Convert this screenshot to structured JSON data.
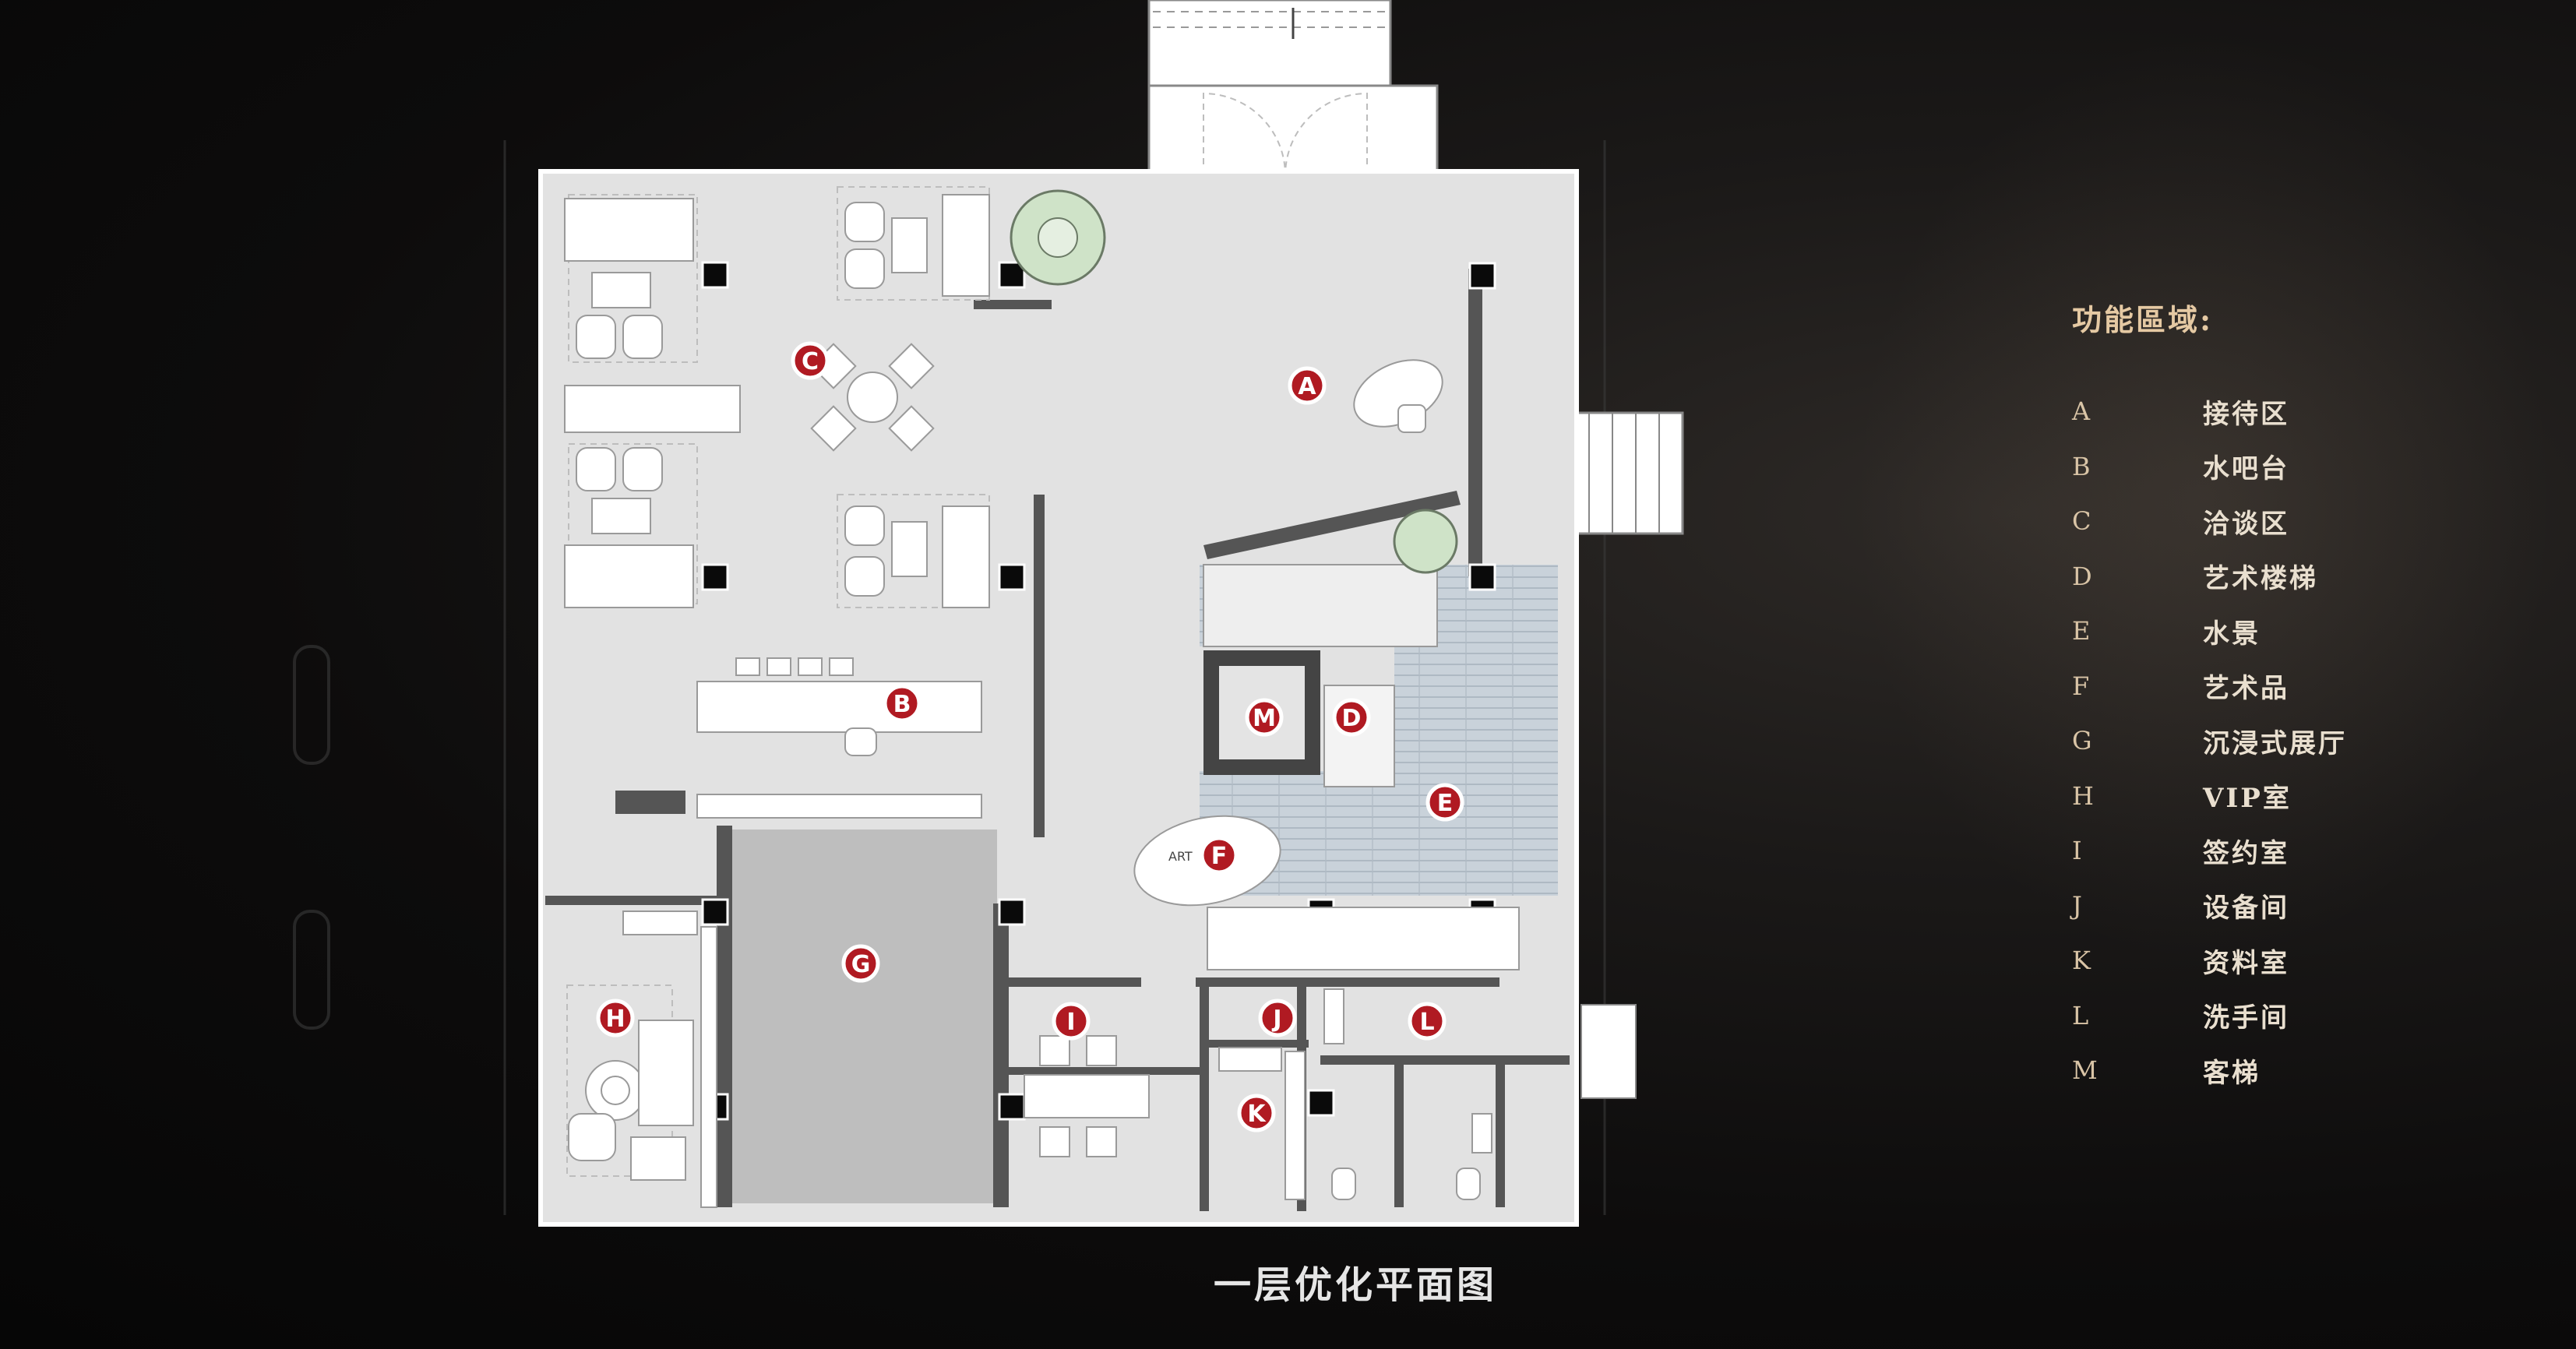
{
  "plan": {
    "title": "一层优化平面图",
    "art_label": "ART"
  },
  "legend": {
    "title": "功能區域:",
    "items": [
      {
        "code": "A",
        "name": "接待区"
      },
      {
        "code": "B",
        "name": "水吧台"
      },
      {
        "code": "C",
        "name": "洽谈区"
      },
      {
        "code": "D",
        "name": "艺术楼梯"
      },
      {
        "code": "E",
        "name": "水景"
      },
      {
        "code": "F",
        "name": "艺术品"
      },
      {
        "code": "G",
        "name": "沉浸式展厅"
      },
      {
        "code": "H",
        "name": "VIP室"
      },
      {
        "code": "I",
        "name": "签约室"
      },
      {
        "code": "J",
        "name": "设备间"
      },
      {
        "code": "K",
        "name": "资料室"
      },
      {
        "code": "L",
        "name": "洗手间"
      },
      {
        "code": "M",
        "name": "客梯"
      }
    ]
  },
  "markers": [
    "A",
    "B",
    "C",
    "D",
    "E",
    "F",
    "G",
    "H",
    "I",
    "J",
    "K",
    "L",
    "M"
  ],
  "colors": {
    "background": "#0d0c0c",
    "floor": "#e2e2e2",
    "wall": "#555555",
    "marker": "#b01a22",
    "legend_text": "#e5c9a3",
    "water": "#c5cfd8"
  }
}
